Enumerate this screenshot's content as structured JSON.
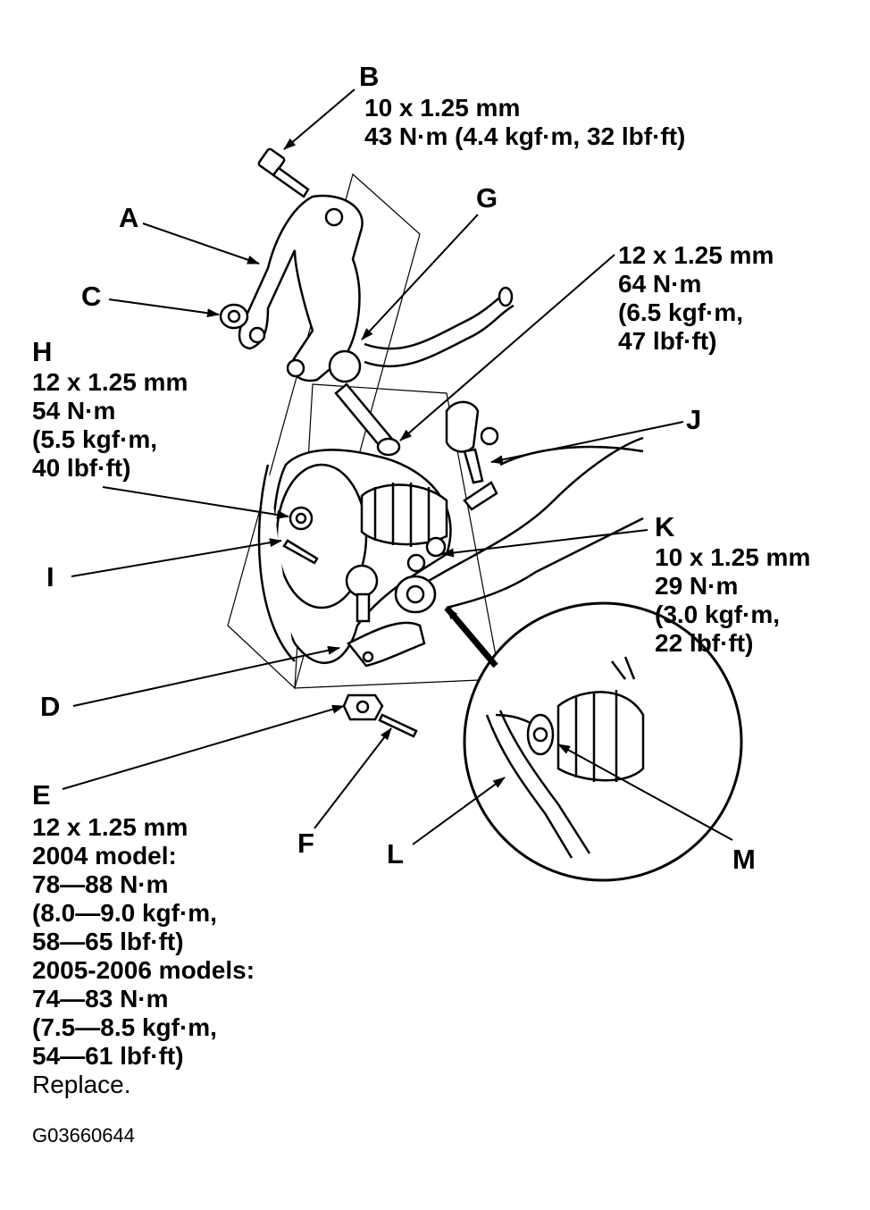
{
  "callouts": {
    "A": "A",
    "B": "B",
    "C": "C",
    "D": "D",
    "E": "E",
    "F": "F",
    "G": "G",
    "H": "H",
    "I": "I",
    "J": "J",
    "K": "K",
    "L": "L",
    "M": "M"
  },
  "specs": {
    "B": [
      "10 x 1.25 mm",
      "43 N·m (4.4 kgf·m, 32 lbf·ft)"
    ],
    "top_right": [
      "12 x 1.25 mm",
      "64 N·m",
      "(6.5 kgf·m,",
      "47 lbf·ft)"
    ],
    "H": [
      "12 x 1.25 mm",
      "54 N·m",
      "(5.5 kgf·m,",
      "40 lbf·ft)"
    ],
    "K": [
      "10 x 1.25 mm",
      "29 N·m",
      "(3.0 kgf·m,",
      "22 lbf·ft)"
    ],
    "E": [
      "12 x 1.25 mm",
      "2004 model:",
      "78—88 N·m",
      "(8.0—9.0 kgf·m,",
      "58—65 lbf·ft)",
      "2005-2006 models:",
      "74—83 N·m",
      "(7.5—8.5 kgf·m,",
      "54—61 lbf·ft)"
    ],
    "E_note": "Replace."
  },
  "figure_code": "G03660644"
}
